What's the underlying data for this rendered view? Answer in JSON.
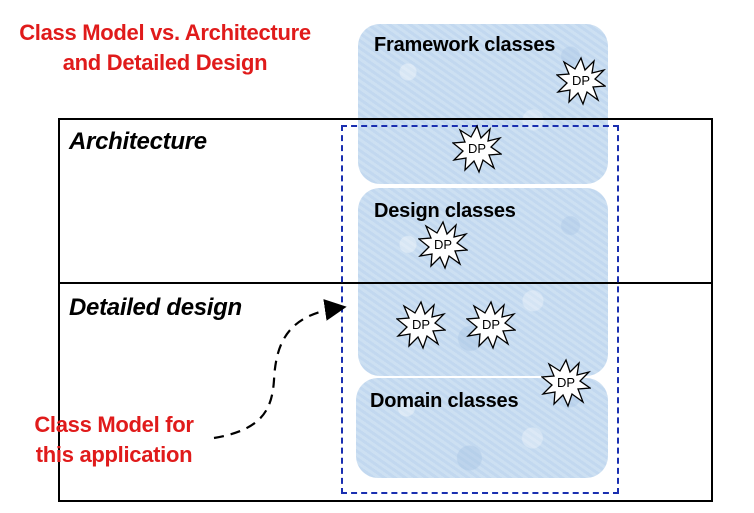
{
  "title": {
    "line1": "Class Model vs. Architecture",
    "line2": "and Detailed Design"
  },
  "layers": {
    "architecture": "Architecture",
    "detailed_design": "Detailed design"
  },
  "classes": {
    "framework": "Framework classes",
    "design": "Design classes",
    "domain": "Domain classes"
  },
  "dp_label": "DP",
  "callout": {
    "line1": "Class Model for",
    "line2": "this application"
  },
  "colors": {
    "title_red": "#e01b1b",
    "blob_blue": "#c7dcf1",
    "dashed_blue": "#1a2fb0"
  }
}
